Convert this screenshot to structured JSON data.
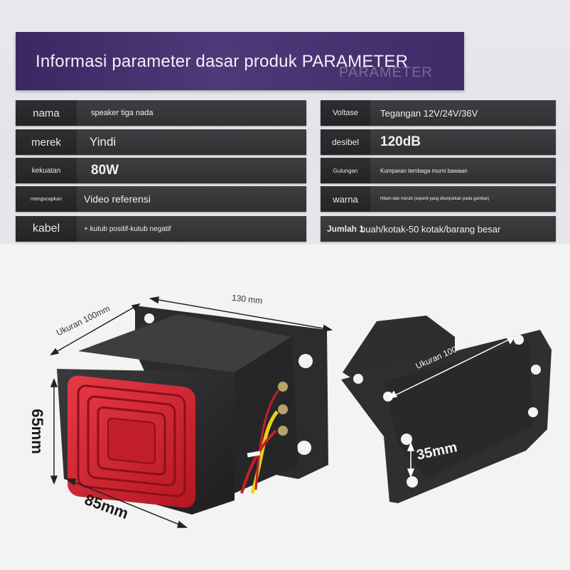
{
  "banner": {
    "title": "Informasi parameter dasar produk PARAMETER",
    "echo": "PARAMETER"
  },
  "params_left": [
    {
      "label": "nama",
      "value": "speaker tiga nada"
    },
    {
      "label": "merek",
      "value": "Yindi"
    },
    {
      "label": "kekuatan",
      "value": "80W"
    },
    {
      "label": "mengucapkan",
      "value": "Video referensi"
    },
    {
      "label": "kabel",
      "value": "+ kutub positif-kutub negatif"
    }
  ],
  "params_right": [
    {
      "label": "Voltase",
      "value": "Tegangan 12V/24V/36V"
    },
    {
      "label": "desibel",
      "value": "120dB"
    },
    {
      "label": "Gulungan",
      "value": "Kumparan tembaga murni bawaan"
    },
    {
      "label": "warna",
      "value": "Hitam dan merah (seperti yang ditunjukkan pada gambar)"
    },
    {
      "label": "Jumlah 1",
      "value": "buah/kotak-50 kotak/barang besar"
    }
  ],
  "dimensions": {
    "length": "130 mm",
    "width_left": "Ukuran 100mm",
    "width_right": "Ukuran 100mm",
    "height": "65mm",
    "depth": "85mm",
    "hole": "35mm"
  },
  "colors": {
    "speaker_red": "#d8222f",
    "body_black": "#2a2a2c",
    "banner_purple": "#4a3673"
  }
}
